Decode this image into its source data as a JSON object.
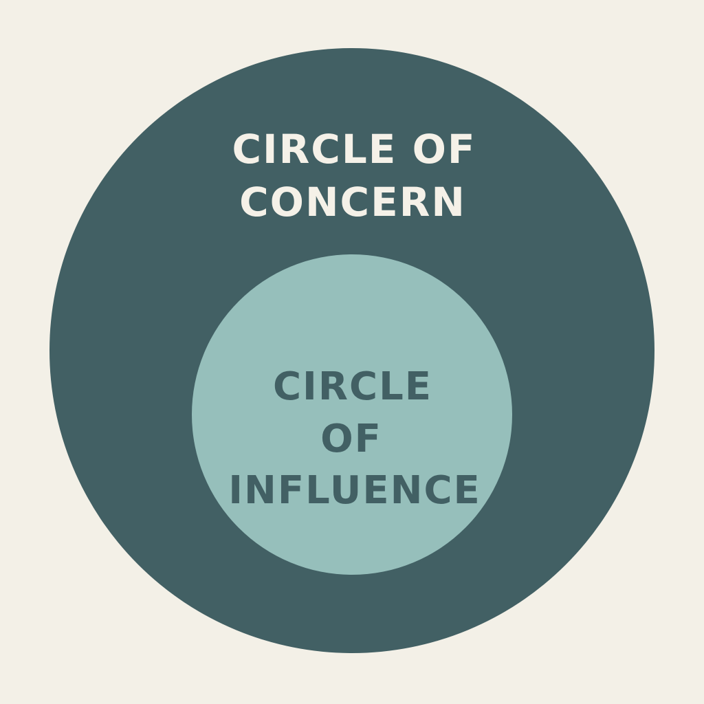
{
  "colors": {
    "background": "#f3f0e7",
    "outer_circle": "#426064",
    "inner_circle": "#96bfbb",
    "outer_text": "#f5f1e8",
    "inner_text": "#426064"
  },
  "outer": {
    "label_lines": [
      "CIRCLE OF",
      "CONCERN"
    ]
  },
  "inner": {
    "label_lines": [
      "CIRCLE",
      "OF",
      "INFLUENCE"
    ]
  }
}
